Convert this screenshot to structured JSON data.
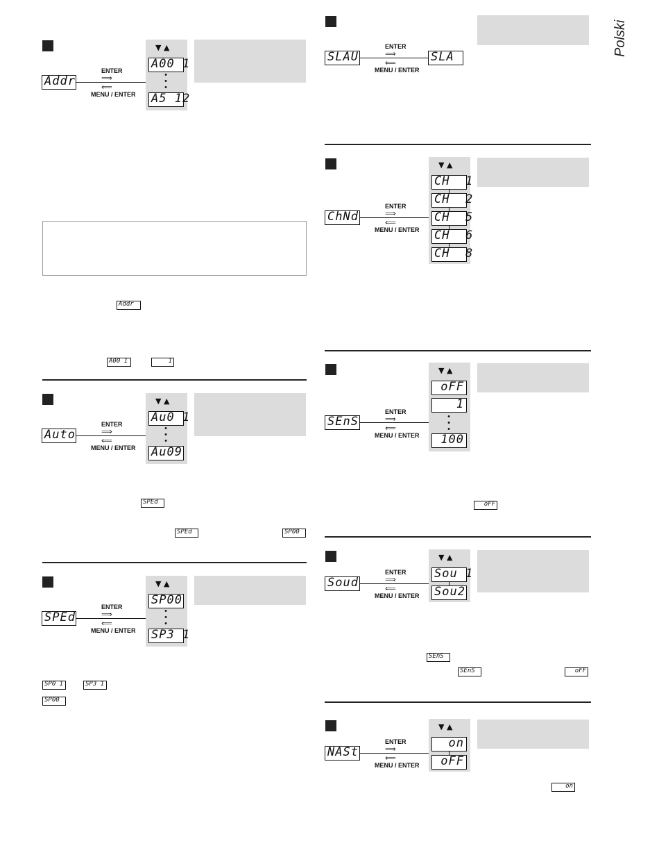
{
  "side_tab": "Polski",
  "labels": {
    "enter": "ENTER",
    "menu_enter": "MENU / ENTER",
    "arrows": "▼ ▲",
    "dots": "•\n•\n•"
  },
  "addr": {
    "key": "Addr",
    "values": [
      "A00 1",
      "A5 12"
    ]
  },
  "addr_inline": {
    "key": "Addr",
    "val1": "A00 1",
    "val2": "1"
  },
  "auto": {
    "key": "Auto",
    "values": [
      "Au0 1",
      "Au09"
    ]
  },
  "auto_inline": {
    "sped": "SPEd",
    "sped2": "SPEd",
    "sp00": "SP00"
  },
  "sped": {
    "key": "SPEd",
    "values": [
      "SP00",
      "SP3 1"
    ]
  },
  "sped_inline": {
    "sp01": "SP0 1",
    "sp31": "SP3 1",
    "sp00": "SP00"
  },
  "slav": {
    "key": "SLAU",
    "value": "SLA"
  },
  "chnd": {
    "key": "ChNd",
    "values": [
      "CH  1",
      "CH  2",
      "CH  5",
      "CH  6",
      "CH  8"
    ]
  },
  "sens": {
    "key": "SEnS",
    "values": [
      "oFF",
      "1",
      "100"
    ]
  },
  "sens_inline": {
    "off": "oFF"
  },
  "soud": {
    "key": "Soud",
    "values": [
      "Sou 1",
      "Sou2"
    ]
  },
  "soud_inline": {
    "sens": "SEnS",
    "sens2": "SEnS",
    "off": "oFF"
  },
  "mast": {
    "key": "NASt",
    "values": [
      "on",
      "oFF"
    ]
  },
  "mast_inline": {
    "on": "on"
  }
}
